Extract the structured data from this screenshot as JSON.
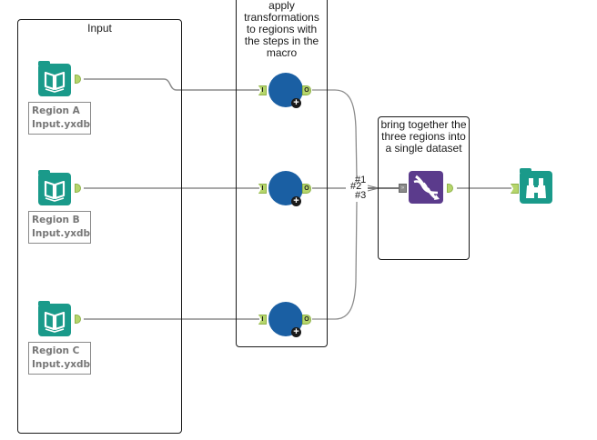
{
  "containers": {
    "input": {
      "title": "Input"
    },
    "macro": {
      "title": "apply transformations to regions with the steps in the macro"
    },
    "union": {
      "title": "bring together the three regions into a single dataset"
    }
  },
  "inputs": [
    {
      "name": "Region A",
      "file": "Input.yxdb",
      "icon": "book-icon"
    },
    {
      "name": "Region B",
      "file": "Input.yxdb",
      "icon": "book-icon"
    },
    {
      "name": "Region C",
      "file": "Input.yxdb",
      "icon": "book-icon"
    }
  ],
  "macros": [
    {
      "in_anchor": "I",
      "out_anchor": "O",
      "icon": "macro-circle-icon"
    },
    {
      "in_anchor": "I",
      "out_anchor": "O",
      "icon": "macro-circle-icon"
    },
    {
      "in_anchor": "I",
      "out_anchor": "O",
      "icon": "macro-circle-icon"
    }
  ],
  "union": {
    "icon": "dna-union-icon",
    "connection_labels": [
      "#1",
      "#2",
      "#3"
    ]
  },
  "browse": {
    "icon": "binoculars-icon"
  },
  "colors": {
    "input_tool": "#1a9a8a",
    "macro_tool": "#1a5fa3",
    "union_tool": "#5b3b8c",
    "anchor": "#b5d56b",
    "wire": "#8c8c8c"
  }
}
